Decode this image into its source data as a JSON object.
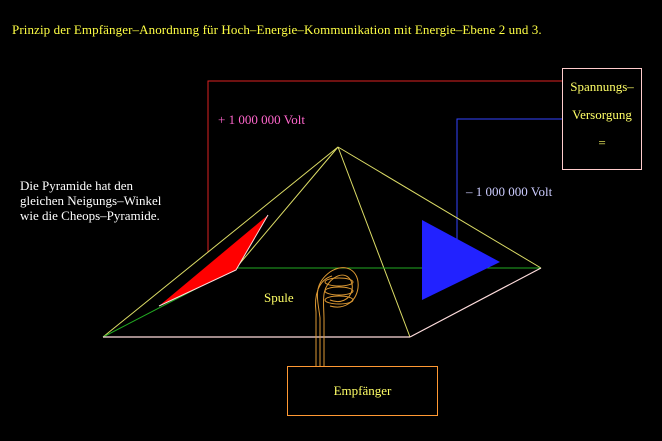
{
  "title": "Prinzip der Empfänger–Anordnung für Hoch–Energie–Kommunikation mit Energie–Ebene  2 und  3.",
  "labels": {
    "plus_voltage": "+ 1 000 000 Volt",
    "minus_voltage": "– 1 000 000 Volt",
    "coil": "Spule",
    "receiver": "Empfänger"
  },
  "description": {
    "line1": "Die Pyramide hat den",
    "line2": "gleichen Neigungs–Winkel",
    "line3": "wie die Cheops–Pyramide."
  },
  "supply": {
    "line1": "Spannungs–",
    "line2": "Versorgung",
    "line3": "="
  },
  "colors": {
    "background": "#000000",
    "title": "#ffff44",
    "plus_wire": "#dd2222",
    "minus_wire": "#3344ff",
    "pyramid_edges": "#dddd66",
    "base_edges": "#ffdddd",
    "green_line": "#22aa22",
    "red_plate": "#ff0000",
    "blue_plate": "#2222ff",
    "coil": "#dd9933"
  }
}
